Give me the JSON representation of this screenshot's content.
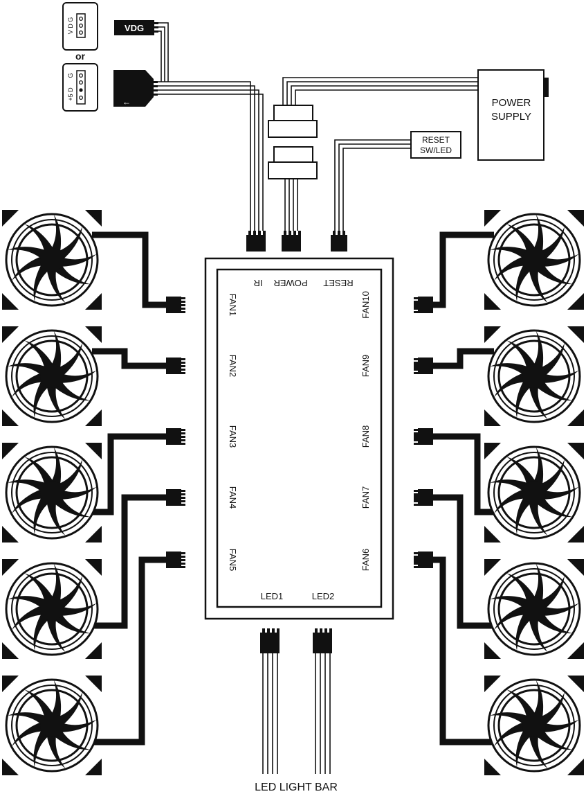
{
  "header_options": {
    "vdg_pins": "V D G",
    "or": "or",
    "alt_pins_top": "G",
    "alt_pins_bottom": "+5 D"
  },
  "connectors": {
    "vdg_label": "VDG",
    "arrow_label": "←"
  },
  "power_supply": {
    "line1": "POWER",
    "line2": "SUPPLY"
  },
  "reset": {
    "line1": "RESET",
    "line2": "SW/LED"
  },
  "hub": {
    "top_ports": {
      "reset": "RESET",
      "power": "POWER",
      "ir": "IR"
    },
    "left_ports": [
      "FAN1",
      "FAN2",
      "FAN3",
      "FAN4",
      "FAN5"
    ],
    "right_ports": [
      "FAN10",
      "FAN9",
      "FAN8",
      "FAN7",
      "FAN6"
    ],
    "bottom_ports": [
      "LED1",
      "LED2"
    ]
  },
  "led_bar": "LED LIGHT BAR",
  "colors": {
    "line": "#111111",
    "background": "#ffffff"
  },
  "icons": [
    "fan-icon",
    "connector-icon",
    "arrow-icon"
  ]
}
